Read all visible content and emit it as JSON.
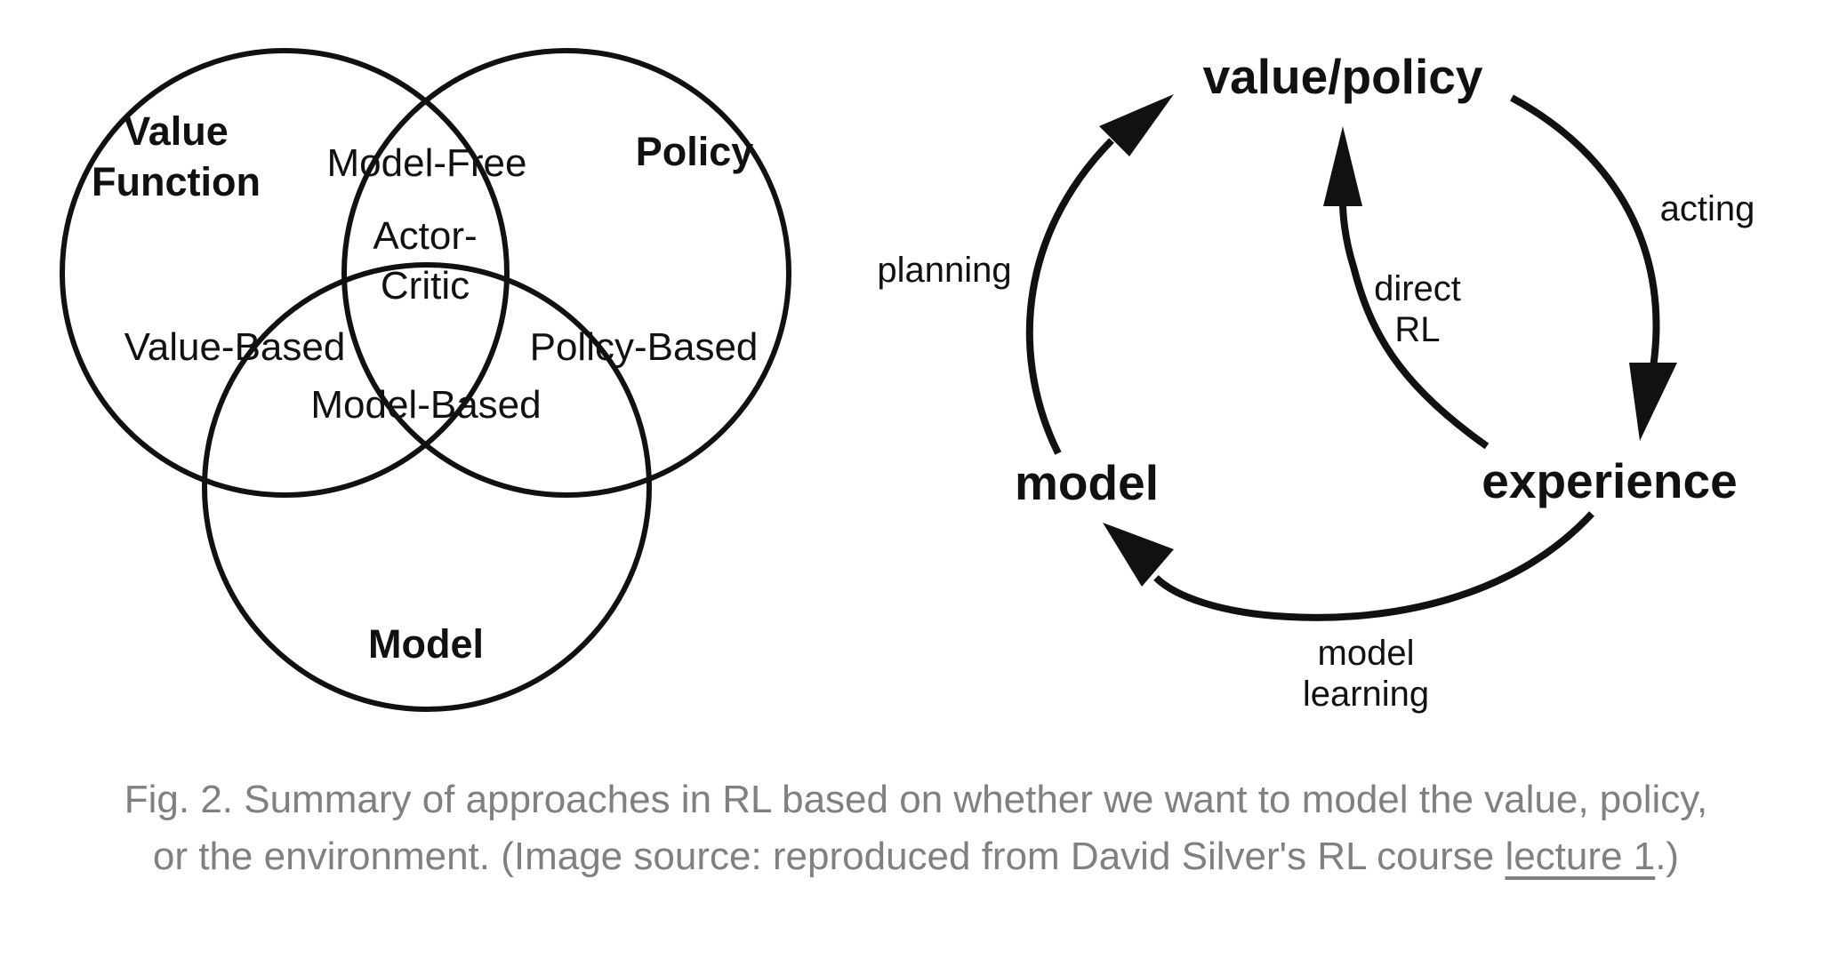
{
  "venn": {
    "sets": {
      "value_function": [
        "Value",
        "Function"
      ],
      "policy": "Policy",
      "model": "Model"
    },
    "regions": {
      "model_free": "Model-Free",
      "actor_critic": [
        "Actor-",
        "Critic"
      ],
      "value_based": "Value-Based",
      "policy_based": "Policy-Based",
      "model_based": "Model-Based"
    }
  },
  "cycle": {
    "nodes": {
      "value_policy": "value/policy",
      "model": "model",
      "experience": "experience"
    },
    "edges": {
      "acting": "acting",
      "planning": "planning",
      "direct_rl": [
        "direct",
        "RL"
      ],
      "model_learning": [
        "model",
        "learning"
      ]
    }
  },
  "caption": {
    "text_before_link": "Fig. 2. Summary of approaches in RL based on whether we want to model the value, policy, or the environment. (Image source: reproduced from David Silver's RL course ",
    "link": "lecture 1",
    "text_after_link": ".)"
  },
  "colors": {
    "stroke": "#111111",
    "caption": "#808080"
  }
}
